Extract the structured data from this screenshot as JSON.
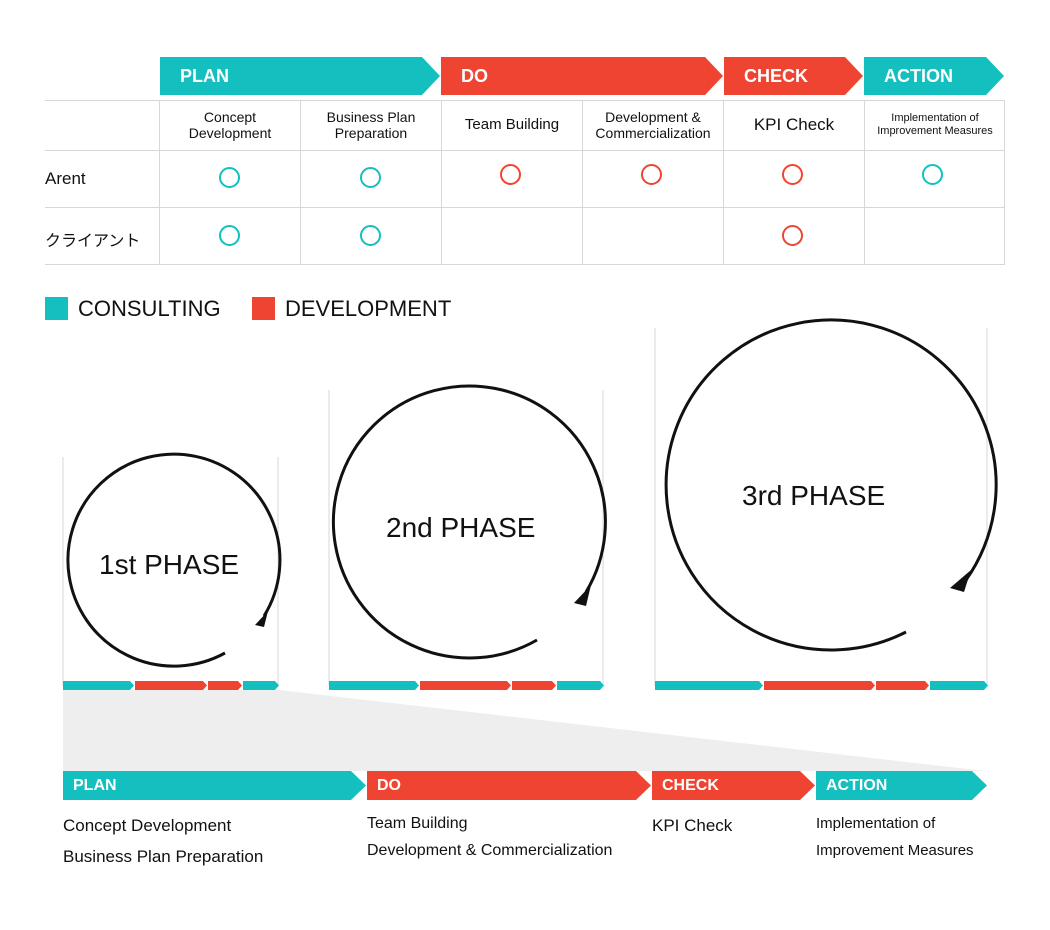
{
  "colors": {
    "consulting": "#13bfbf",
    "development": "#f04433",
    "grid": "#d7d7d7"
  },
  "top_headers": {
    "plan": "PLAN",
    "do": "DO",
    "check": "CHECK",
    "action": "ACTION"
  },
  "columns": [
    {
      "line1": "Concept",
      "line2": "Development"
    },
    {
      "line1": "Business Plan",
      "line2": "Preparation"
    },
    {
      "line1": "Team Building",
      "line2": ""
    },
    {
      "line1": "Development &",
      "line2": "Commercialization"
    },
    {
      "line1": "KPI Check",
      "line2": ""
    },
    {
      "line1": "Implementation of",
      "line2": "Improvement Measures"
    }
  ],
  "rows": [
    {
      "label": "Arent",
      "marks": [
        "consulting",
        "consulting",
        "development",
        "development",
        "development",
        "consulting"
      ]
    },
    {
      "label": "クライアント",
      "marks": [
        "consulting",
        "consulting",
        "",
        "",
        "development",
        ""
      ]
    }
  ],
  "legend": {
    "consulting": "CONSULTING",
    "development": "DEVELOPMENT"
  },
  "phases": [
    {
      "label": "1st PHASE",
      "segments": [
        "consulting",
        "development",
        "development",
        "consulting"
      ]
    },
    {
      "label": "2nd PHASE",
      "segments": [
        "consulting",
        "development",
        "development",
        "consulting"
      ]
    },
    {
      "label": "3rd PHASE",
      "segments": [
        "consulting",
        "development",
        "development",
        "consulting"
      ]
    }
  ],
  "bottom": {
    "plan": {
      "title": "PLAN",
      "items": [
        "Concept Development",
        "Business Plan Preparation"
      ]
    },
    "do": {
      "title": "DO",
      "items": [
        "Team Building",
        "Development & Commercialization"
      ]
    },
    "check": {
      "title": "CHECK",
      "items": [
        "KPI Check"
      ]
    },
    "action": {
      "title": "ACTION",
      "items": [
        "Implementation of",
        "Improvement Measures"
      ]
    }
  }
}
